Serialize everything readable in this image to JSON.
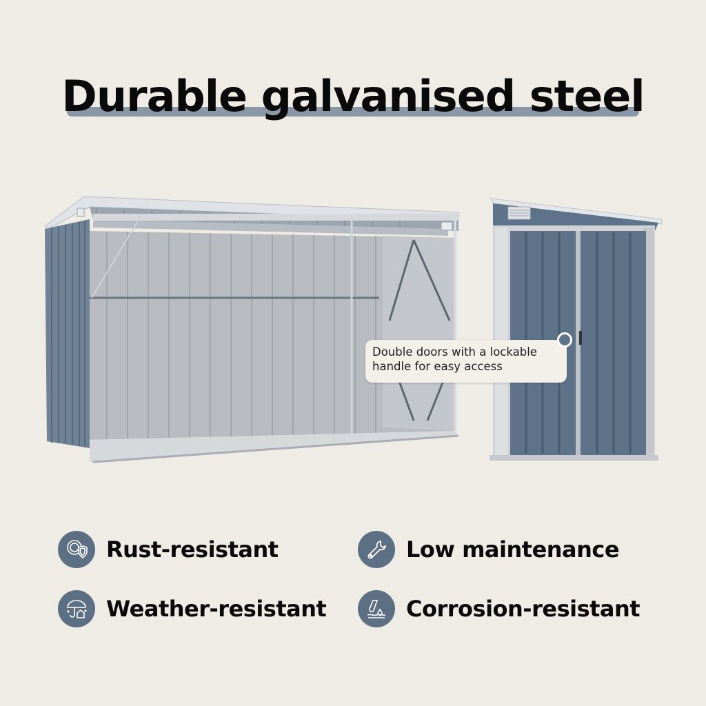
{
  "headline": {
    "title": "Durable galvanised steel",
    "underline_color": "#8a97a6"
  },
  "product_images": [
    {
      "name": "open-front shed view",
      "color": "#6f8296"
    },
    {
      "name": "closed double-door shed view",
      "color": "#5e7389"
    }
  ],
  "callout": {
    "text_line1": "Double doors with a lockable",
    "text_line2": "handle for easy access"
  },
  "features": [
    {
      "icon": "rust-shield-gear-icon",
      "label": "Rust-resistant"
    },
    {
      "icon": "wrench-icon",
      "label": "Low maintenance"
    },
    {
      "icon": "umbrella-house-icon",
      "label": "Weather-resistant"
    },
    {
      "icon": "corrosion-drop-icon",
      "label": "Corrosion-resistant"
    }
  ],
  "colors": {
    "background": "#efebe5",
    "icon_circle": "#5d6f82",
    "text": "#0a0a0a"
  }
}
